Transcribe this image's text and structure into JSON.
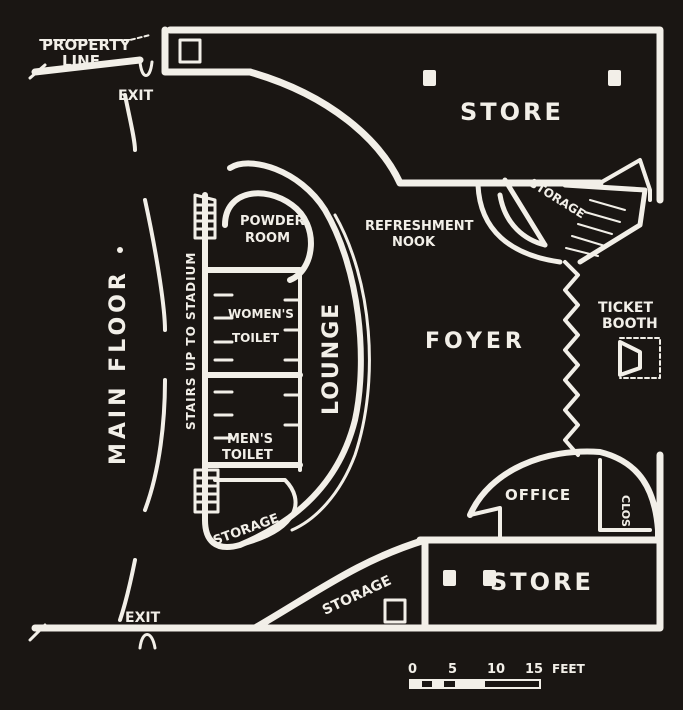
{
  "colors": {
    "background": "#1a1613",
    "ink": "#f2efe8"
  },
  "labels": {
    "property_line_1": "PROPERTY",
    "property_line_2": "LINE",
    "exit_top": "EXIT",
    "exit_bottom": "EXIT",
    "store_top": "STORE",
    "store_bottom": "STORE",
    "storage_right_top": "STORAGE",
    "refreshment_1": "REFRESHMENT",
    "refreshment_2": "NOOK",
    "powder_1": "POWDER",
    "powder_2": "ROOM",
    "womens_1": "WOMEN'S",
    "womens_2": "TOILET",
    "lounge": "LOUNGE",
    "foyer": "FOYER",
    "ticket_1": "TICKET",
    "ticket_2": "BOOTH",
    "main_floor": "MAIN FLOOR",
    "stairs": "STAIRS UP TO STADIUM",
    "mens_1": "MEN'S",
    "mens_2": "TOILET",
    "storage_curve": "STORAGE",
    "storage_bottom": "STORAGE",
    "office": "OFFICE",
    "clos": "CLOS."
  },
  "scale": {
    "ticks": [
      "0",
      "5",
      "10",
      "15"
    ],
    "unit": "FEET"
  }
}
